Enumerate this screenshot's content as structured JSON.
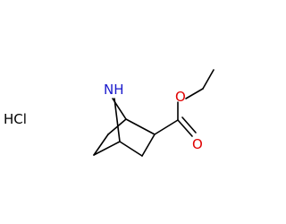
{
  "molecule": {
    "atom_labels": [
      {
        "id": "n-bridge",
        "text": "NH",
        "color": "#1a1acc"
      },
      {
        "id": "o-ester",
        "text": "O",
        "color": "#e00000"
      },
      {
        "id": "o-carbonyl",
        "text": "O",
        "color": "#e00000"
      }
    ],
    "salt": {
      "text": "HCl",
      "color": "#000000"
    }
  }
}
